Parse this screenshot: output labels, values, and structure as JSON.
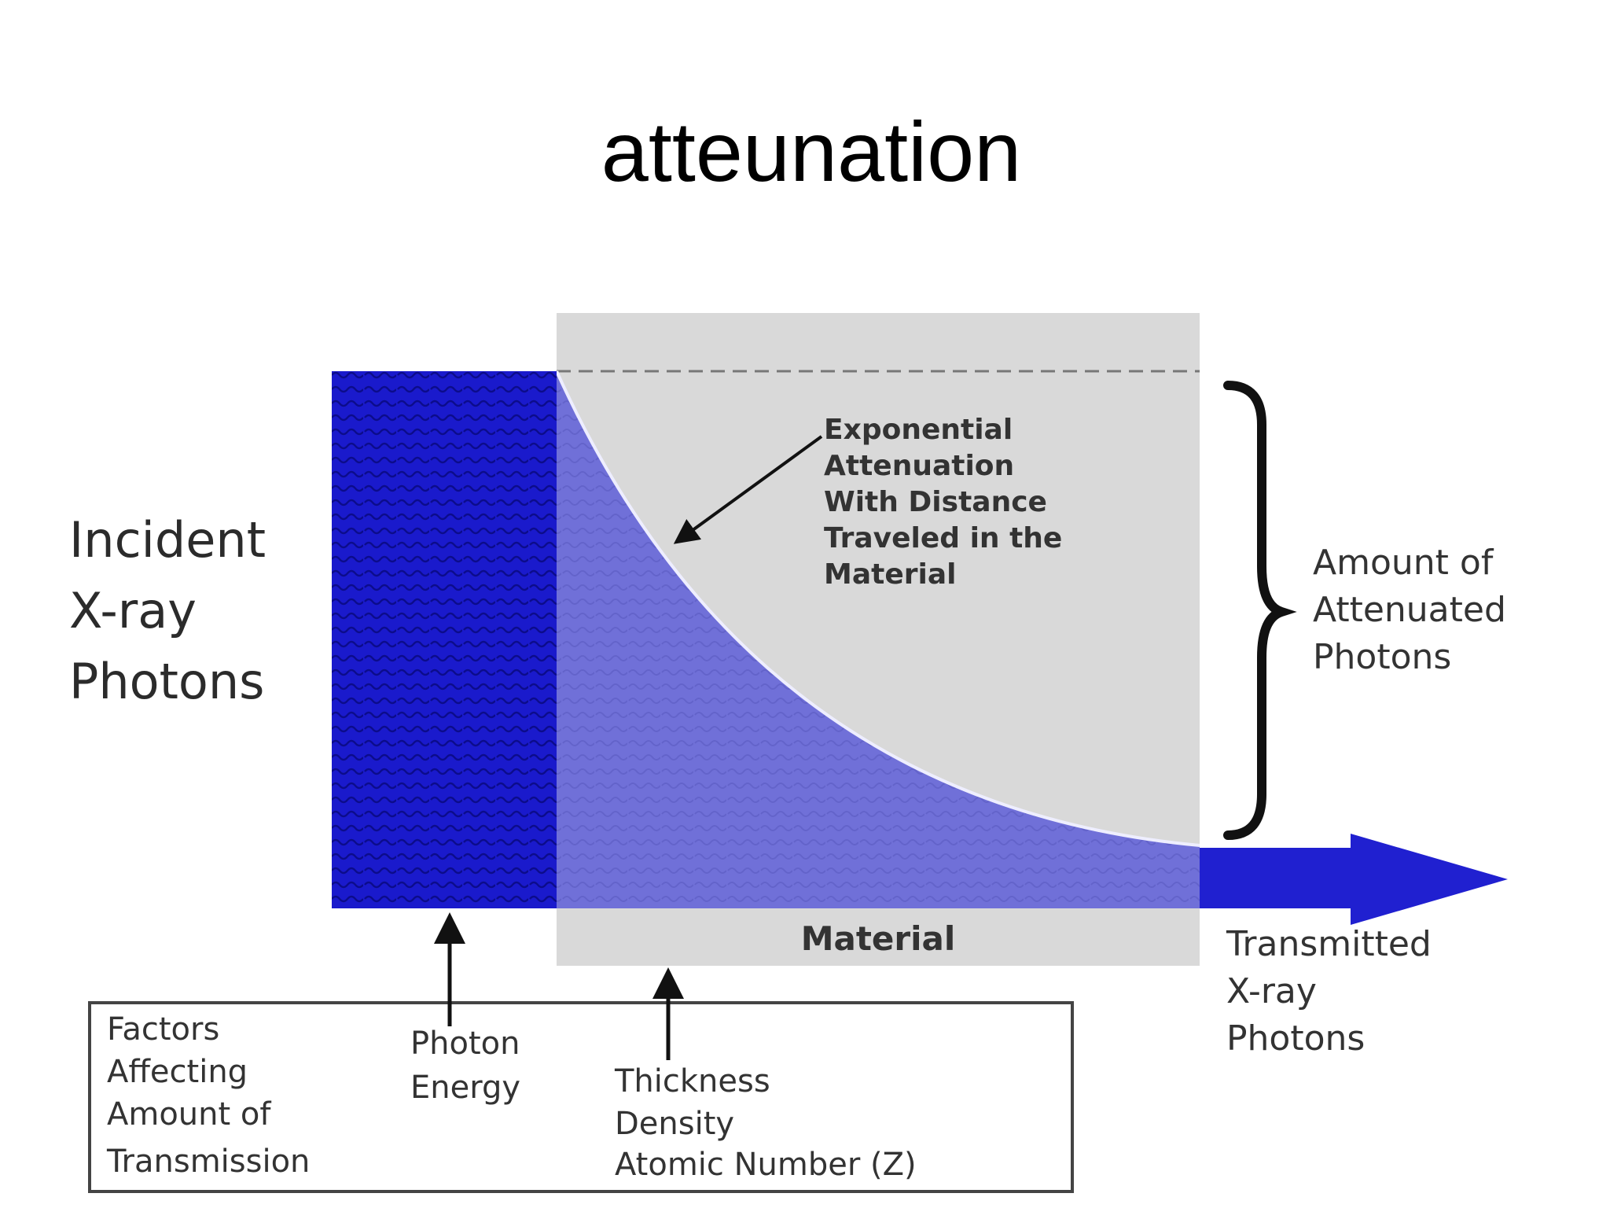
{
  "slide": {
    "title": "atteunation"
  },
  "diagram": {
    "incident_label": [
      "Incident",
      "X-ray",
      "Photons"
    ],
    "material_label": "Material",
    "curve_label": [
      "Exponential",
      "Attenuation",
      "With Distance",
      "Traveled in the",
      "Material"
    ],
    "attenuated_label": [
      "Amount of",
      "Attenuated",
      "Photons"
    ],
    "transmitted_label": [
      "Transmitted",
      "X-ray",
      "Photons"
    ],
    "factors_box": {
      "heading": [
        "Factors",
        "Affecting",
        "Amount of",
        "Transmission"
      ],
      "photon_factor": [
        "Photon",
        "Energy"
      ],
      "material_factors": [
        "Thickness",
        "Density",
        "Atomic Number (Z)"
      ]
    },
    "colors": {
      "incident_beam": "#1a1acc",
      "attenuated_region": "#7070d8",
      "material_block": "#d9d9d9",
      "arrow_beam": "#2020d0",
      "text": "#333333"
    }
  }
}
